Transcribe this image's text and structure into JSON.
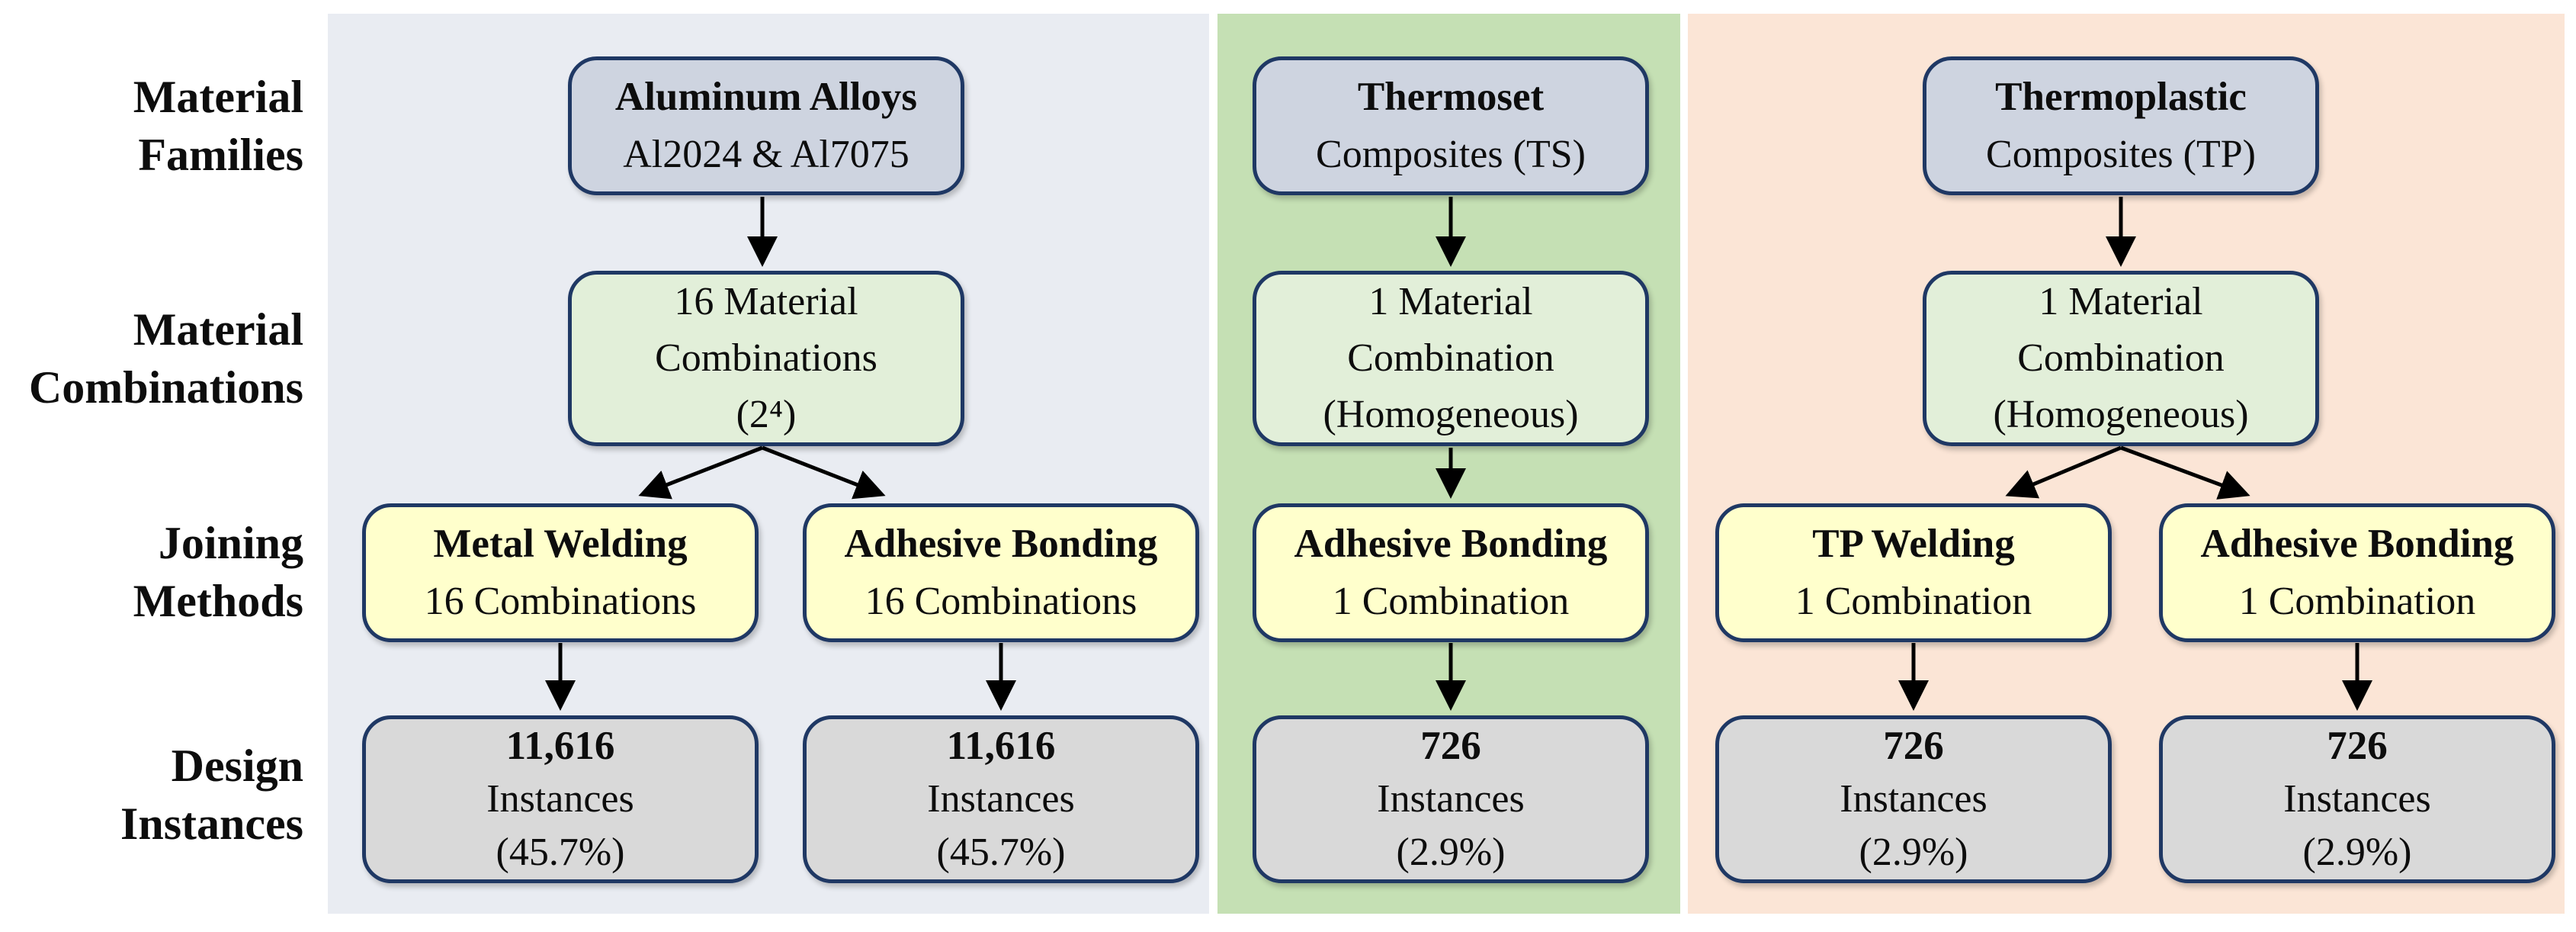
{
  "diagram": {
    "row_labels": [
      {
        "line1": "Material",
        "line2": "Families"
      },
      {
        "line1": "Material",
        "line2": "Combinations"
      },
      {
        "line1": "Joining",
        "line2": "Methods"
      },
      {
        "line1": "Design",
        "line2": "Instances"
      }
    ],
    "colors": {
      "aluminum_panel": "#e9ecf2",
      "thermoset_panel": "#c5e0b4",
      "thermoplastic_panel": "#fbe5d6",
      "family_fill": "#ced4e0",
      "combination_fill": "#e2efd9",
      "joining_fill": "#ffffcc",
      "instance_fill": "#d9d9d9",
      "border": "#1f3864",
      "arrow": "#000000"
    },
    "panels": [
      {
        "id": "aluminum",
        "family": {
          "title": "Aluminum Alloys",
          "subtitle": "Al2024 & Al7075"
        },
        "combination": {
          "line1": "16 Material",
          "line2": "Combinations",
          "line3": "(2⁴)"
        },
        "joining": [
          {
            "title": "Metal Welding",
            "subtitle": "16 Combinations"
          },
          {
            "title": "Adhesive Bonding",
            "subtitle": "16 Combinations"
          }
        ],
        "instances": [
          {
            "value": "11,616",
            "label": "Instances",
            "pct": "(45.7%)"
          },
          {
            "value": "11,616",
            "label": "Instances",
            "pct": "(45.7%)"
          }
        ]
      },
      {
        "id": "thermoset",
        "family": {
          "title": "Thermoset",
          "subtitle": "Composites (TS)"
        },
        "combination": {
          "line1": "1 Material",
          "line2": "Combination",
          "line3": "(Homogeneous)"
        },
        "joining": [
          {
            "title": "Adhesive Bonding",
            "subtitle": "1 Combination"
          }
        ],
        "instances": [
          {
            "value": "726",
            "label": "Instances",
            "pct": "(2.9%)"
          }
        ]
      },
      {
        "id": "thermoplastic",
        "family": {
          "title": "Thermoplastic",
          "subtitle": "Composites (TP)"
        },
        "combination": {
          "line1": "1 Material",
          "line2": "Combination",
          "line3": "(Homogeneous)"
        },
        "joining": [
          {
            "title": "TP Welding",
            "subtitle": "1 Combination"
          },
          {
            "title": "Adhesive Bonding",
            "subtitle": "1 Combination"
          }
        ],
        "instances": [
          {
            "value": "726",
            "label": "Instances",
            "pct": "(2.9%)"
          },
          {
            "value": "726",
            "label": "Instances",
            "pct": "(2.9%)"
          }
        ]
      }
    ]
  }
}
